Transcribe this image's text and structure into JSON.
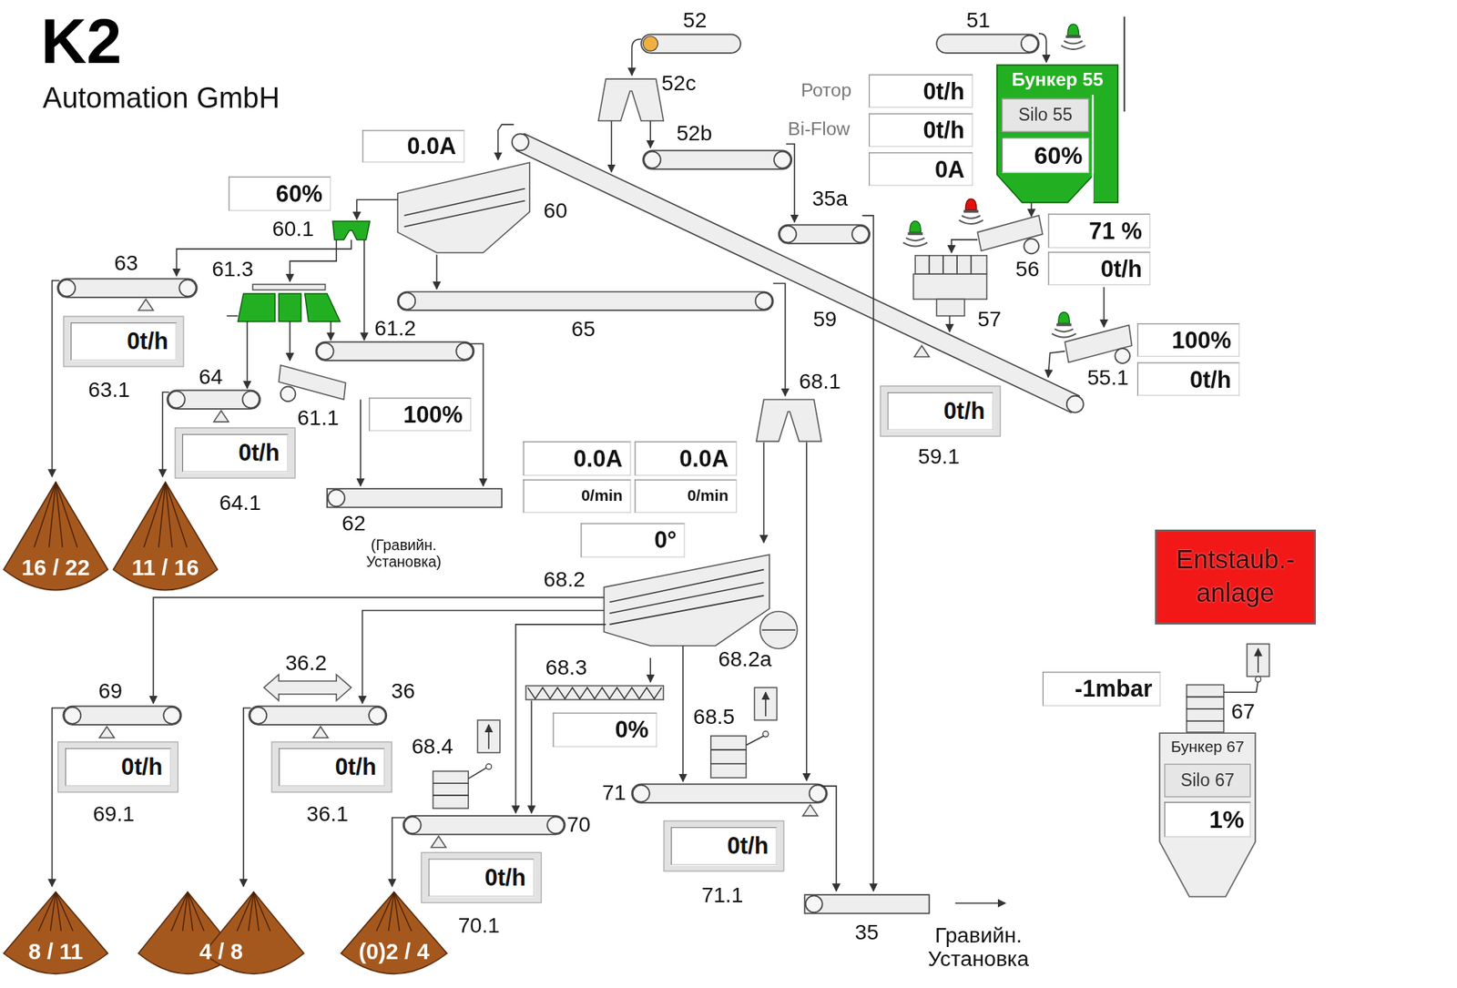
{
  "diagram": {
    "title": "K2",
    "nodes": [
      {
        "text": [
          "0.0A"
        ]
      },
      {
        "text": [
          "0t/h"
        ]
      },
      {
        "text": [
          "0t/h"
        ]
      },
      {
        "text": [
          "0A"
        ]
      },
      {
        "text": [
          "Бункер 55"
        ]
      },
      {
        "text": [
          "Silo 55"
        ],
        "in": 4
      },
      {
        "text": [
          "60%"
        ],
        "in": 4
      },
      {
        "text": [
          "60%"
        ]
      },
      {
        "text": [
          "71 %"
        ]
      },
      {
        "text": [
          "0t/h"
        ]
      },
      {
        "text": [
          "0t/h"
        ]
      },
      {
        "text": [
          "100%"
        ]
      },
      {
        "text": [
          "0t/h"
        ]
      },
      {
        "text": [
          "100%"
        ]
      },
      {
        "text": [
          "0t/h"
        ]
      },
      {
        "text": [
          "0t/h"
        ]
      },
      {
        "text": [
          "0.0A"
        ]
      },
      {
        "text": [
          "0.0A"
        ]
      },
      {
        "text": [
          "0/min"
        ]
      },
      {
        "text": [
          "0/min"
        ]
      },
      {
        "text": [
          "0°"
        ]
      },
      {
        "text": [
          "16 / 22"
        ]
      },
      {
        "text": [
          "11 / 16"
        ]
      },
      {
        "text": [
          "Entstaub.- anlage"
        ]
      },
      {
        "text": [
          "-1mbar"
        ]
      },
      {
        "text": [
          "0%"
        ]
      },
      {
        "text": [
          "Бункер 67"
        ]
      },
      {
        "text": [
          "Silo 67"
        ],
        "in": 26
      },
      {
        "text": [
          "1%"
        ],
        "in": 26
      },
      {
        "text": [
          "0t/h"
        ]
      },
      {
        "text": [
          "0t/h"
        ]
      },
      {
        "text": [
          "0t/h"
        ]
      },
      {
        "text": [
          "0t/h"
        ]
      },
      {
        "text": [
          "8 / 11"
        ]
      },
      {
        "text": [
          "4 / 8"
        ]
      },
      {
        "text": [
          "(0)2 / 4"
        ]
      }
    ],
    "labels": [
      "Automation GmbH",
      "52",
      "52c",
      "51",
      "52b",
      "Ротор",
      "Bi-Flow",
      "35a",
      "60",
      "60.1",
      "63",
      "61.3",
      "65",
      "59",
      "57",
      "56",
      "61.2",
      "64",
      "63.1",
      "61.1",
      "68.1",
      "55.1",
      "59.1",
      "64.1",
      "62",
      "(Гравийн. Установка)",
      "68.2",
      "68.2a",
      "69",
      "36.2",
      "36",
      "68.3",
      "68.5",
      "68.4",
      "67",
      "71",
      "70",
      "69.1",
      "36.1",
      "70.1",
      "71.1",
      "35",
      "Гравийн. Установка"
    ]
  }
}
